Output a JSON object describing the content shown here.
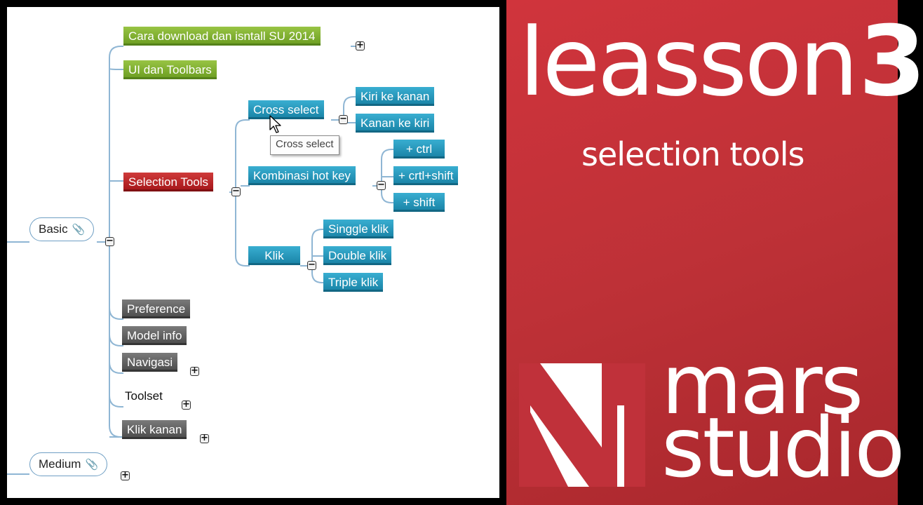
{
  "mindmap": {
    "root_nodes": {
      "basic": "Basic",
      "medium": "Medium"
    },
    "basic_children": {
      "download": "Cara download dan isntall SU 2014",
      "ui": "UI dan Toolbars",
      "selection": "Selection Tools",
      "preference": "Preference",
      "model_info": "Model info",
      "navigasi": "Navigasi",
      "toolset": "Toolset",
      "klik_kanan": "Klik kanan"
    },
    "selection_children": {
      "cross_select": "Cross select",
      "kombinasi": "Kombinasi hot key",
      "klik": "Klik"
    },
    "cross_select_children": {
      "kiri_ke_kanan": "Kiri ke kanan",
      "kanan_ke_kiri": "Kanan ke kiri"
    },
    "kombinasi_children": {
      "ctrl": "+ ctrl",
      "ctrl_shift": "+ crtl+shift",
      "shift": "+ shift"
    },
    "klik_children": {
      "single": "Singgle klik",
      "double": "Double klik",
      "triple": "Triple klik"
    },
    "tooltip": "Cross select",
    "toggles": {
      "expand": "+",
      "collapse": "−"
    },
    "colors": {
      "green": "#7fb030",
      "red": "#bd2428",
      "blue": "#2799bd",
      "gray": "#5f5f5f",
      "connector": "#8fb6d4"
    }
  },
  "panel": {
    "lesson_word": "leasson",
    "lesson_number": "3",
    "subtitle": "selection tools",
    "brand_line1": "mars",
    "brand_line2": "studio",
    "background": "#c0313a"
  }
}
